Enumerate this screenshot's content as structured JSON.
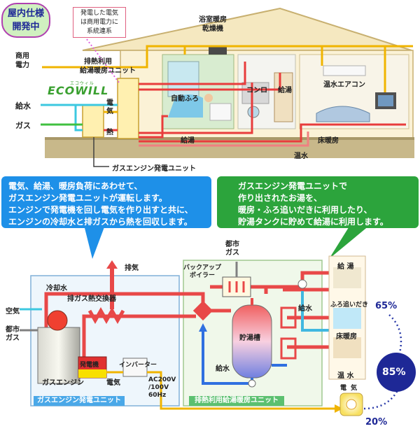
{
  "top": {
    "badge": {
      "line1": "屋内仕様",
      "line2": "開発中"
    },
    "note": {
      "line1": "発電した電気",
      "line2": "は商用電力に",
      "line3": "系統連系"
    },
    "labels": {
      "commercial_power_1": "商用",
      "commercial_power_2": "電力",
      "water_supply": "給水",
      "gas": "ガス",
      "unit_name_1": "排熱利用",
      "unit_name_2": "給湯暖房ユニット",
      "logo_ruby": "エコウィル",
      "logo": "ECOWILL",
      "electric": "電",
      "electric2": "気",
      "heat": "熱",
      "bath_dryer_1": "浴室暖房",
      "bath_dryer_2": "乾燥機",
      "auto_bath": "自動ふろ",
      "stove": "コンロ",
      "hot_water_tap": "給湯",
      "hot_water_ac": "温水エアコン",
      "hot_water_supply": "給湯",
      "floor_heating": "床暖房",
      "hot_water": "温水",
      "gas_engine_unit": "ガスエンジン発電ユニット"
    }
  },
  "callouts": {
    "left": [
      "電気、給湯、暖房負荷にあわせて、",
      "ガスエンジン発電ユニットが運転します。",
      "エンジンで発電機を回し電気を作り出すと共に、",
      "エンジンの冷却水と排ガスから熱を回収します。"
    ],
    "right": [
      "ガスエンジン発電ユニットで",
      "作り出されたお湯を、",
      "暖房・ふろ追いだきに利用したり、",
      "貯湯タンクに貯めて給湯に利用します。"
    ]
  },
  "bottom": {
    "labels": {
      "exhaust": "排気",
      "cooling_water": "冷却水",
      "exhaust_heat_exchanger": "排ガス熱交換器",
      "air": "空気",
      "city_gas_left_1": "都市",
      "city_gas_left_2": "ガス",
      "generator": "発電機",
      "inverter": "インバーター",
      "gas_engine": "ガスエンジン",
      "electricity": "電気",
      "ac_spec_1": "AC200V",
      "ac_spec_2": "/100V",
      "ac_spec_3": "60Hz",
      "city_gas_top_1": "都市",
      "city_gas_top_2": "ガス",
      "backup_boiler_1": "バックアップ",
      "backup_boiler_2": "ボイラー",
      "storage_tank": "貯湯槽",
      "water_supply_tank": "給水",
      "water_supply_right": "給水",
      "hot_water_supply": "給 湯",
      "reheating": "ふろ追いだき",
      "floor_heating": "床暖房",
      "hot_water": "温 水",
      "electric_1": "電",
      "electric_2": "気",
      "gas_engine_unit": "ガスエンジン発電ユニット",
      "heat_unit": "排熱利用給湯暖房ユニット"
    },
    "efficiency": {
      "heat_pct": "65%",
      "total_pct": "85%",
      "power_pct": "20%"
    }
  },
  "colors": {
    "blue_callout": "#1e90e8",
    "green_callout": "#2ca43c",
    "pipe_red": "#e83c3c",
    "pipe_cyan": "#3cc8e0",
    "pipe_yellow": "#f0b400",
    "navy": "#1e2896"
  }
}
